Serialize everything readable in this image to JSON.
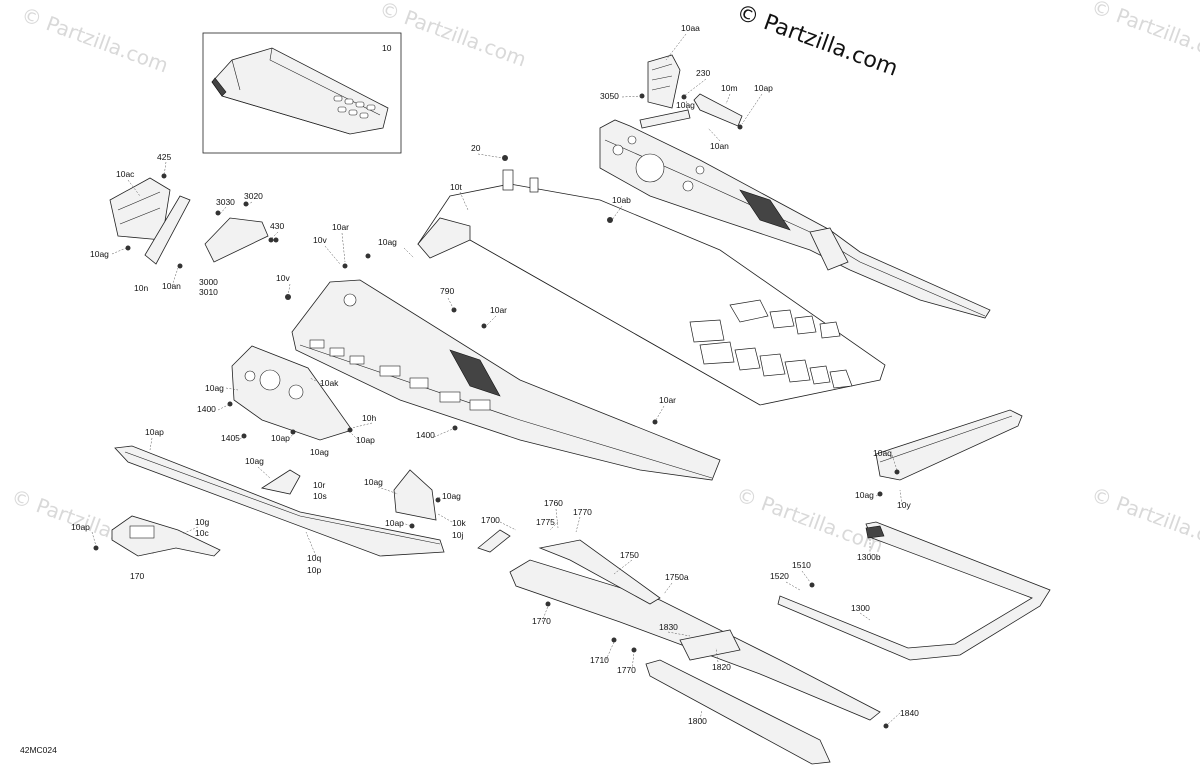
{
  "copyright": "© Partzilla.com",
  "watermark": "© Partzilla.com",
  "diagram_code": "42MC024",
  "inset_label": "10",
  "labels": [
    {
      "id": "10aa",
      "text": "10aa"
    },
    {
      "id": "230",
      "text": "230"
    },
    {
      "id": "3050",
      "text": "3050"
    },
    {
      "id": "10m",
      "text": "10m"
    },
    {
      "id": "10ap_top",
      "text": "10ap"
    },
    {
      "id": "10ag_top",
      "text": "10ag"
    },
    {
      "id": "10an_top",
      "text": "10an"
    },
    {
      "id": "425",
      "text": "425"
    },
    {
      "id": "10ac",
      "text": "10ac"
    },
    {
      "id": "3030",
      "text": "3030"
    },
    {
      "id": "3020",
      "text": "3020"
    },
    {
      "id": "430",
      "text": "430"
    },
    {
      "id": "10ag_left",
      "text": "10ag"
    },
    {
      "id": "3000",
      "text": "3000"
    },
    {
      "id": "3010",
      "text": "3010"
    },
    {
      "id": "10n",
      "text": "10n"
    },
    {
      "id": "10an_left",
      "text": "10an"
    },
    {
      "id": "20",
      "text": "20"
    },
    {
      "id": "10t",
      "text": "10t"
    },
    {
      "id": "10ab",
      "text": "10ab"
    },
    {
      "id": "10ar_1",
      "text": "10ar"
    },
    {
      "id": "10v_1",
      "text": "10v"
    },
    {
      "id": "10ag_mid",
      "text": "10ag"
    },
    {
      "id": "10v_2",
      "text": "10v"
    },
    {
      "id": "790",
      "text": "790"
    },
    {
      "id": "10ar_2",
      "text": "10ar"
    },
    {
      "id": "10ag_a",
      "text": "10ag"
    },
    {
      "id": "10ak",
      "text": "10ak"
    },
    {
      "id": "1400_a",
      "text": "1400"
    },
    {
      "id": "10h",
      "text": "10h"
    },
    {
      "id": "1405",
      "text": "1405"
    },
    {
      "id": "10ap_a",
      "text": "10ap"
    },
    {
      "id": "10ap_b",
      "text": "10ap"
    },
    {
      "id": "10ag_b",
      "text": "10ag"
    },
    {
      "id": "1400_b",
      "text": "1400"
    },
    {
      "id": "10ar_3",
      "text": "10ar"
    },
    {
      "id": "10ap_c",
      "text": "10ap"
    },
    {
      "id": "10ag_c",
      "text": "10ag"
    },
    {
      "id": "10r",
      "text": "10r"
    },
    {
      "id": "10s",
      "text": "10s"
    },
    {
      "id": "10ag_d",
      "text": "10ag"
    },
    {
      "id": "10ag_e",
      "text": "10ag"
    },
    {
      "id": "10ap_d",
      "text": "10ap"
    },
    {
      "id": "10k",
      "text": "10k"
    },
    {
      "id": "10j",
      "text": "10j"
    },
    {
      "id": "10ap_e",
      "text": "10ap"
    },
    {
      "id": "10g",
      "text": "10g"
    },
    {
      "id": "10c",
      "text": "10c"
    },
    {
      "id": "170",
      "text": "170"
    },
    {
      "id": "10q",
      "text": "10q"
    },
    {
      "id": "10p",
      "text": "10p"
    },
    {
      "id": "1700",
      "text": "1700"
    },
    {
      "id": "1760",
      "text": "1760"
    },
    {
      "id": "1775",
      "text": "1775"
    },
    {
      "id": "1770_a",
      "text": "1770"
    },
    {
      "id": "1750",
      "text": "1750"
    },
    {
      "id": "1750a",
      "text": "1750a"
    },
    {
      "id": "1770_b",
      "text": "1770"
    },
    {
      "id": "1830",
      "text": "1830"
    },
    {
      "id": "1710",
      "text": "1710"
    },
    {
      "id": "1770_c",
      "text": "1770"
    },
    {
      "id": "1820",
      "text": "1820"
    },
    {
      "id": "1800",
      "text": "1800"
    },
    {
      "id": "10aq",
      "text": "10aq"
    },
    {
      "id": "10ag_f",
      "text": "10ag"
    },
    {
      "id": "10y",
      "text": "10y"
    },
    {
      "id": "1300b",
      "text": "1300b"
    },
    {
      "id": "1510",
      "text": "1510"
    },
    {
      "id": "1520",
      "text": "1520"
    },
    {
      "id": "1300",
      "text": "1300"
    },
    {
      "id": "1840",
      "text": "1840"
    }
  ]
}
